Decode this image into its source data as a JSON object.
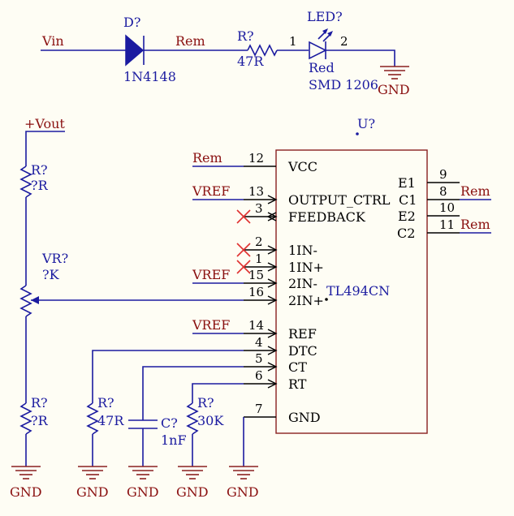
{
  "colors": {
    "background": "#fefdf4",
    "wire": "#1b1ba0",
    "net_label": "#8a1010",
    "body_outline": "#8a2020",
    "no_connect": "#e03030"
  },
  "top_circuit": {
    "net_vin": "Vin",
    "diode_designator": "D?",
    "diode_value": "1N4148",
    "net_rem": "Rem",
    "resistor_designator": "R?",
    "resistor_value": "47R",
    "led_designator": "LED?",
    "led_pin1": "1",
    "led_pin2": "2",
    "led_value": "Red",
    "led_package": "SMD 1206",
    "gnd": "GND"
  },
  "left_divider": {
    "net_vout": "+Vout",
    "r_top_designator": "R?",
    "r_top_value": "?R",
    "pot_designator": "VR?",
    "pot_value": "?K",
    "r_bottom_designator": "R?",
    "r_bottom_value": "?R",
    "gnd": "GND"
  },
  "ic": {
    "designator": "U?",
    "part_name": "TL494CN",
    "left_pins": [
      {
        "num": "12",
        "name": "VCC",
        "net": "Rem"
      },
      {
        "num": "13",
        "name": "OUTPUT_CTRL",
        "net": "VREF"
      },
      {
        "num": "3",
        "name": "FEEDBACK",
        "net": ""
      },
      {
        "num": "2",
        "name": "1IN-",
        "net": ""
      },
      {
        "num": "1",
        "name": "1IN+",
        "net": ""
      },
      {
        "num": "15",
        "name": "2IN-",
        "net": "VREF"
      },
      {
        "num": "16",
        "name": "2IN+",
        "net": ""
      },
      {
        "num": "14",
        "name": "REF",
        "net": "VREF"
      },
      {
        "num": "4",
        "name": "DTC",
        "net": ""
      },
      {
        "num": "5",
        "name": "CT",
        "net": ""
      },
      {
        "num": "6",
        "name": "RT",
        "net": ""
      },
      {
        "num": "7",
        "name": "GND",
        "net": ""
      }
    ],
    "right_pins": [
      {
        "num": "9",
        "name": "E1",
        "net": ""
      },
      {
        "num": "8",
        "name": "C1",
        "net": "Rem"
      },
      {
        "num": "10",
        "name": "E2",
        "net": ""
      },
      {
        "num": "11",
        "name": "C2",
        "net": "Rem"
      }
    ]
  },
  "bottom_parts": {
    "r_dtc_designator": "R?",
    "r_dtc_value": "47R",
    "c_designator": "C?",
    "c_value": "1nF",
    "r_rt_designator": "R?",
    "r_rt_value": "30K",
    "gnd": "GND"
  }
}
